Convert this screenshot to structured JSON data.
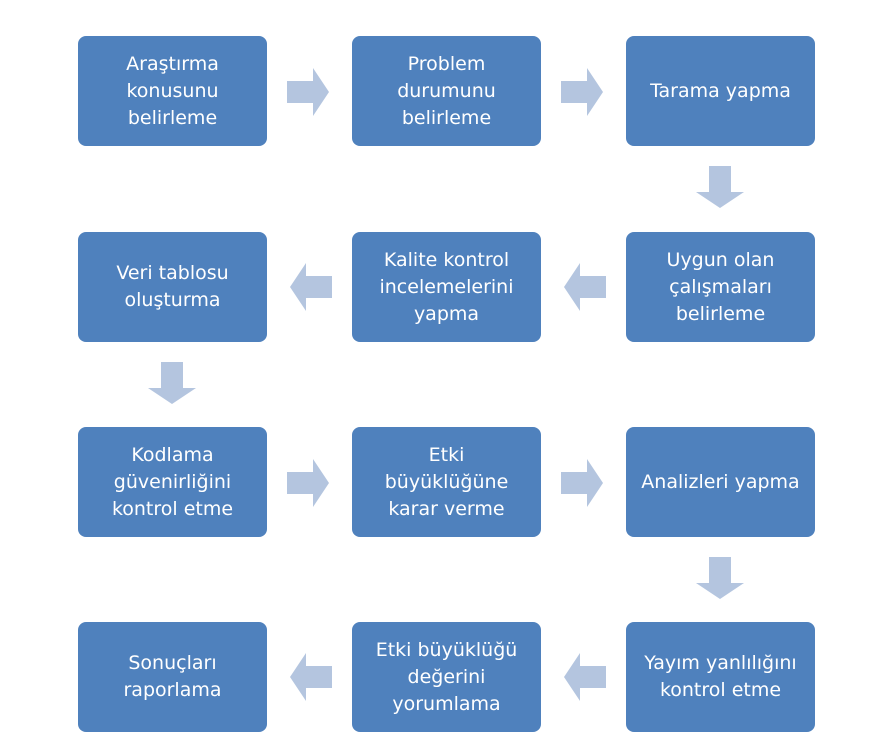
{
  "colors": {
    "box": "#4f81bd",
    "arrow": "#b4c5df",
    "text": "#ffffff"
  },
  "steps": [
    "Araştırma konusunu belirleme",
    "Problem durumunu belirleme",
    "Tarama yapma",
    "Uygun olan çalışmaları belirleme",
    "Kalite kontrol incelemelerini yapma",
    "Veri tablosu oluşturma",
    "Kodlama güvenirliğini kontrol etme",
    "Etki büyüklüğüne karar verme",
    "Analizleri yapma",
    "Yayım yanlılığını kontrol etme",
    "Etki büyüklüğü değerini yorumlama",
    "Sonuçları raporlama"
  ]
}
